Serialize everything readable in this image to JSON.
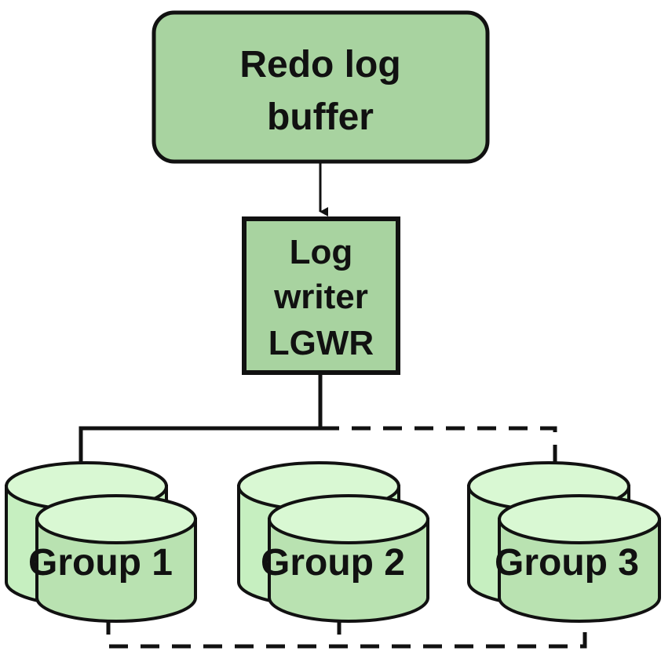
{
  "buffer": {
    "line1": "Redo log",
    "line2": "buffer"
  },
  "writer": {
    "line1": "Log",
    "line2": "writer",
    "line3": "LGWR"
  },
  "groups": [
    {
      "label": "Group 1"
    },
    {
      "label": "Group 2"
    },
    {
      "label": "Group 3"
    }
  ],
  "colors": {
    "box_fill": "#a8d3a0",
    "disk_back": "#c6efc0",
    "disk_front": "#b9e2b1",
    "disk_top": "#d9f8d3",
    "stroke": "#111111"
  }
}
